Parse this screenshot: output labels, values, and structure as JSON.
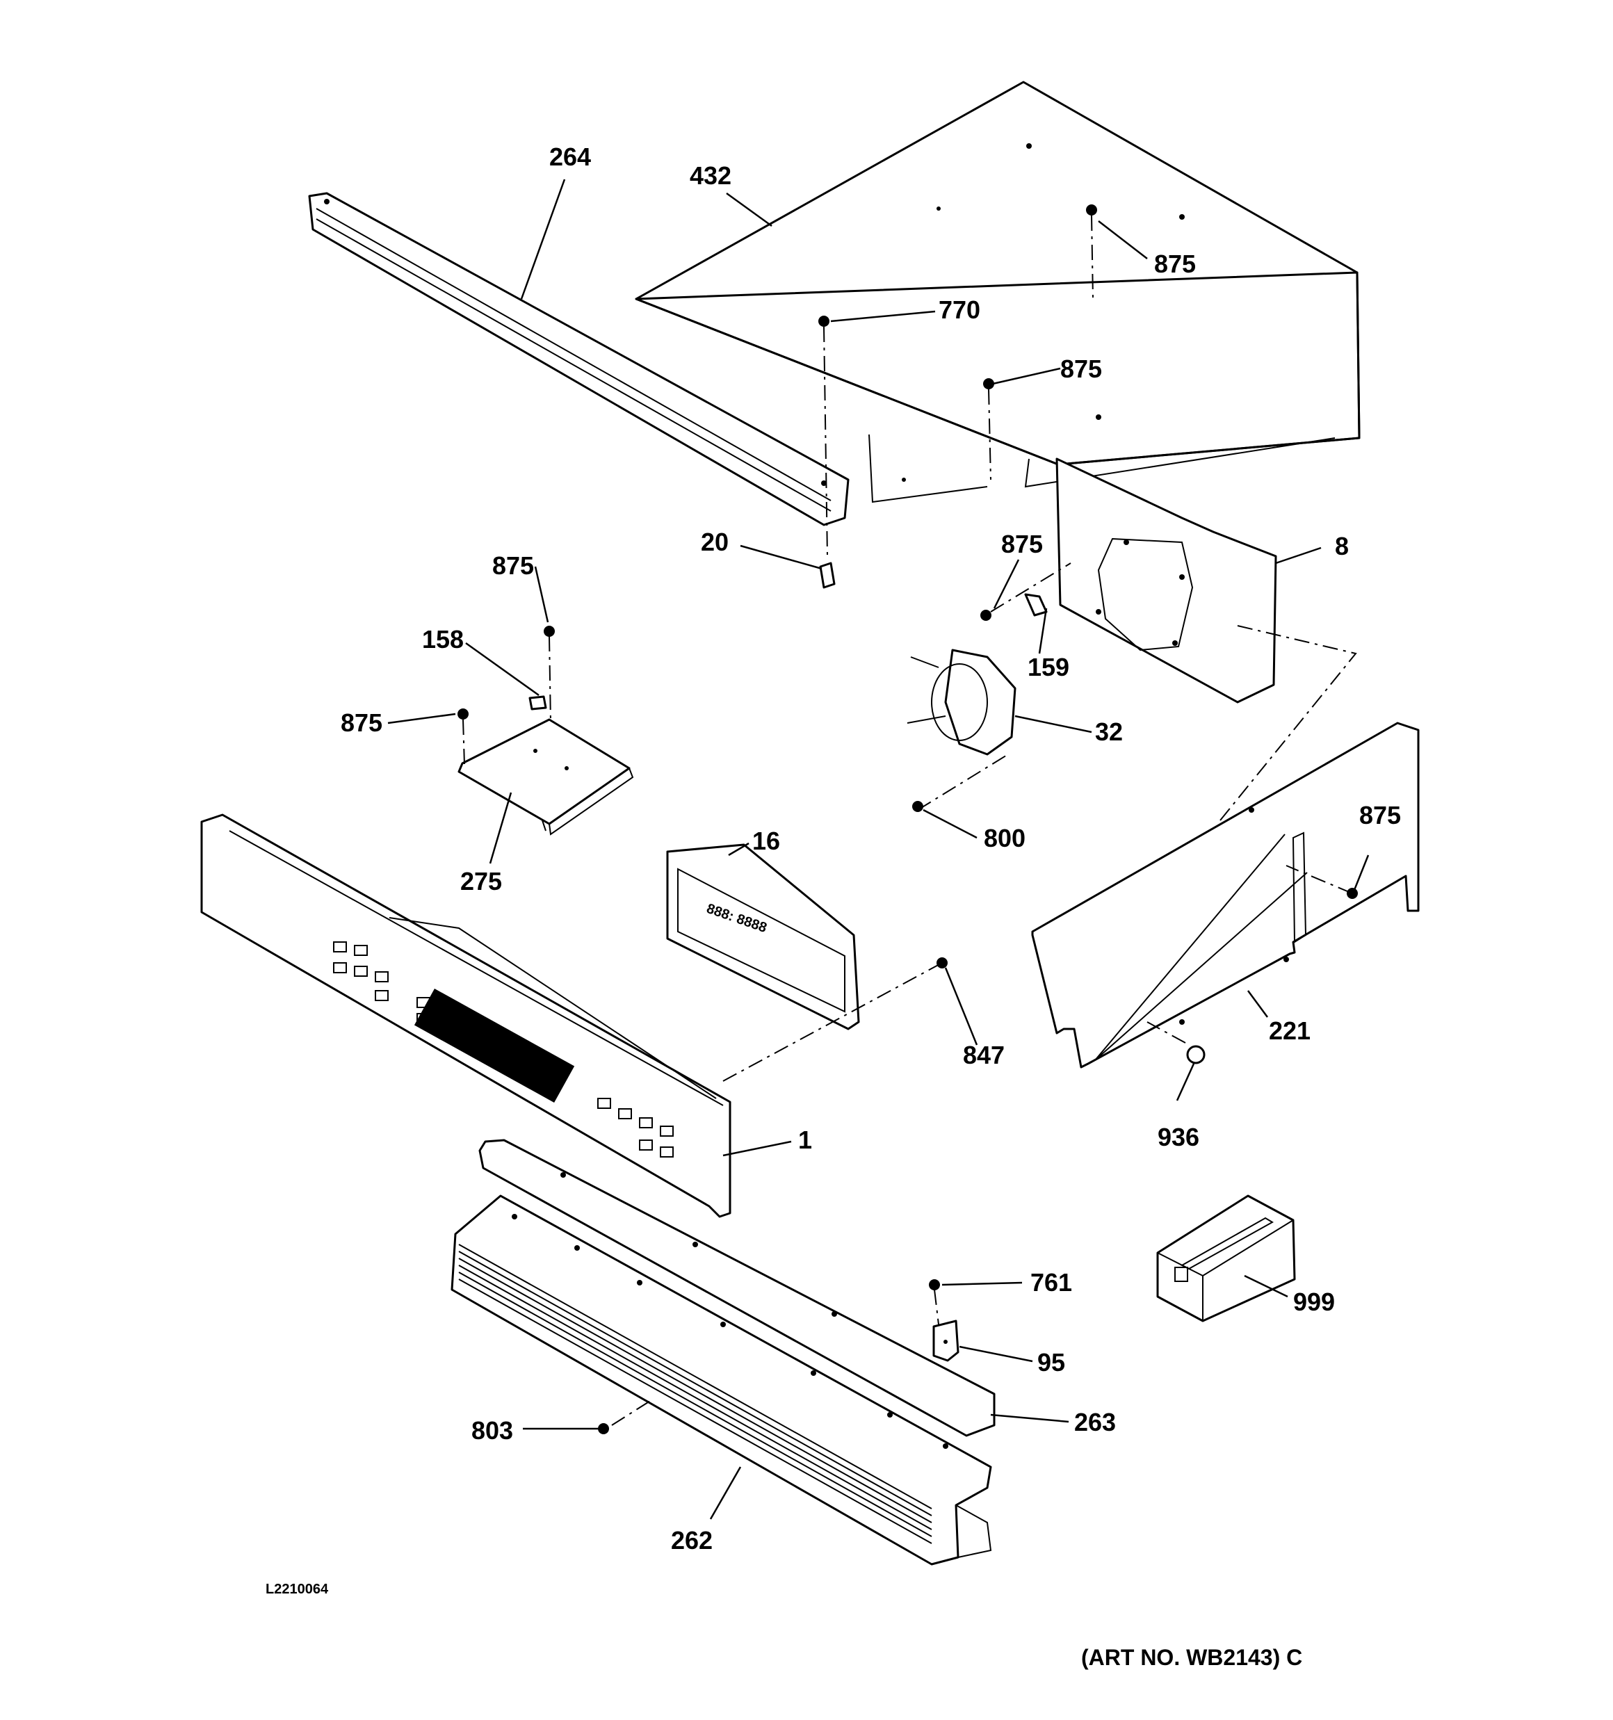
{
  "callouts": {
    "c264": "264",
    "c432": "432",
    "c875a": "875",
    "c770": "770",
    "c875b": "875",
    "c20": "20",
    "c875c": "875",
    "c8": "8",
    "c875d": "875",
    "c158": "158",
    "c159": "159",
    "c875e": "875",
    "c32": "32",
    "c275": "275",
    "c800": "800",
    "c16": "16",
    "c875f": "875",
    "c847": "847",
    "c221": "221",
    "c1": "1",
    "c936": "936",
    "c761": "761",
    "c999": "999",
    "c95": "95",
    "c803": "803",
    "c263": "263",
    "c262": "262"
  },
  "drawing_id": "L2210064",
  "art_number": "(ART NO. WB2143) C"
}
